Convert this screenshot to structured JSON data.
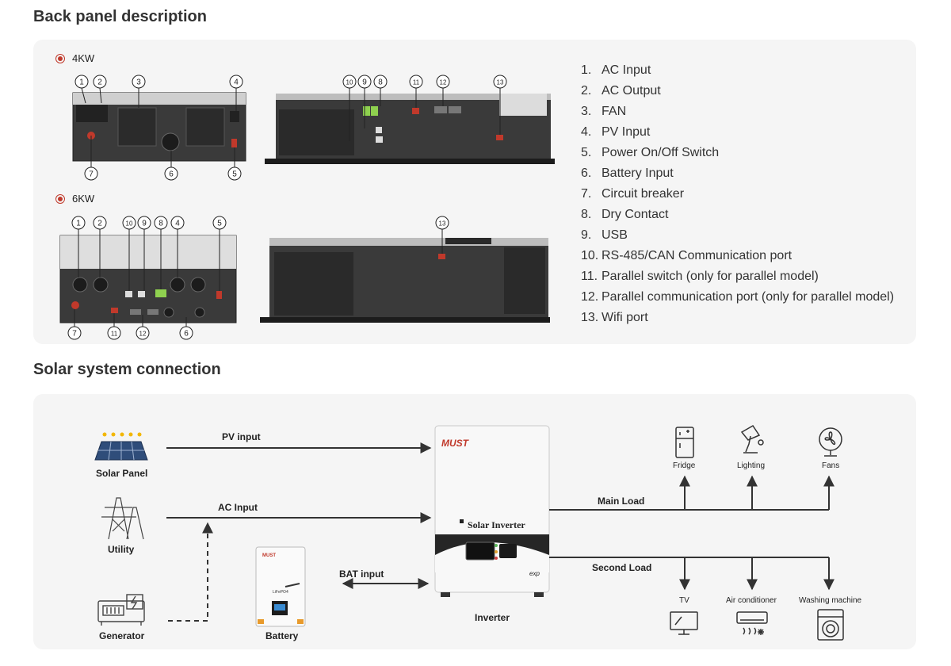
{
  "headings": {
    "back_panel": "Back panel description",
    "solar": "Solar system connection"
  },
  "models": {
    "a": "4KW",
    "b": "6KW"
  },
  "legend": [
    {
      "num": "1.",
      "text": "AC Input"
    },
    {
      "num": "2.",
      "text": "AC Output"
    },
    {
      "num": "3.",
      "text": "FAN"
    },
    {
      "num": "4.",
      "text": "PV Input"
    },
    {
      "num": "5.",
      "text": "Power On/Off Switch"
    },
    {
      "num": "6.",
      "text": "Battery Input"
    },
    {
      "num": "7.",
      "text": "Circuit breaker"
    },
    {
      "num": "8.",
      "text": "Dry Contact"
    },
    {
      "num": "9.",
      "text": "USB"
    },
    {
      "num": "10.",
      "text": "RS-485/CAN Communication port"
    },
    {
      "num": "11.",
      "text": "Parallel switch (only for parallel model)"
    },
    {
      "num": "12.",
      "text": "Parallel communication port (only for parallel model)"
    },
    {
      "num": "13.",
      "text": "Wifi port"
    }
  ],
  "callouts": {
    "c1": "1",
    "c2": "2",
    "c3": "3",
    "c4": "4",
    "c5": "5",
    "c6": "6",
    "c7": "7",
    "c8": "8",
    "c9": "9",
    "c10": "10",
    "c11": "11",
    "c12": "12",
    "c13": "13"
  },
  "diagram": {
    "solar_panel": "Solar Panel",
    "utility": "Utility",
    "generator": "Generator",
    "battery": "Battery",
    "inverter": "Inverter",
    "pv_input": "PV input",
    "ac_input": "AC Input",
    "bat_input": "BAT input",
    "main_load": "Main Load",
    "second_load": "Second Load",
    "fridge": "Fridge",
    "lighting": "Lighting",
    "fans": "Fans",
    "tv": "TV",
    "air_conditioner": "Air conditioner",
    "washing_machine": "Washing machine",
    "brand": "MUST",
    "product": "Solar Inverter",
    "badge": "exp",
    "battery_brand": "MUST",
    "battery_chem": "LiFePO4"
  },
  "colors": {
    "accent": "#c0392b",
    "line": "#333333",
    "panel": "#f5f5f5",
    "dry_contact": "#8fd14f"
  }
}
